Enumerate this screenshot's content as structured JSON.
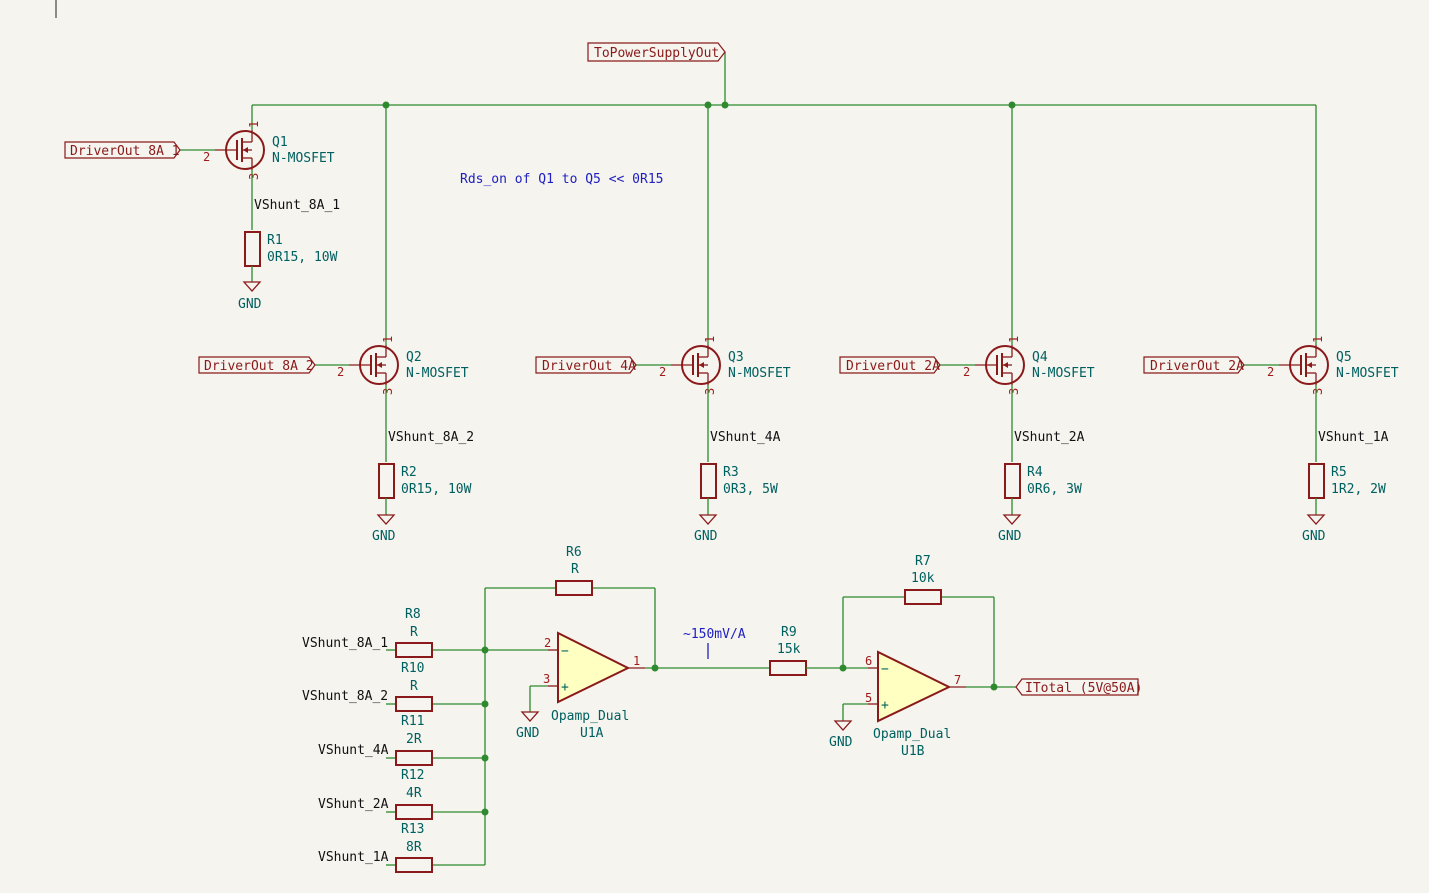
{
  "global_labels": {
    "power_out": "ToPowerSupplyOut",
    "drv_8a_1": "DriverOut_8A_1",
    "drv_8a_2": "DriverOut_8A_2",
    "drv_4a": "DriverOut_4A",
    "drv_2a_q4": "DriverOut_2A",
    "drv_2a_q5": "DriverOut_2A",
    "itotal": "ITotal_(5V@50A)"
  },
  "note": "Rds_on of Q1 to Q5 << 0R15",
  "voltage_note": "~150mV/A",
  "mosfets": [
    {
      "ref": "Q1",
      "value": "N-MOSFET"
    },
    {
      "ref": "Q2",
      "value": "N-MOSFET"
    },
    {
      "ref": "Q3",
      "value": "N-MOSFET"
    },
    {
      "ref": "Q4",
      "value": "N-MOSFET"
    },
    {
      "ref": "Q5",
      "value": "N-MOSFET"
    }
  ],
  "mosfet_pins": {
    "drain": "1",
    "gate": "2",
    "source": "3"
  },
  "shunt_nets": [
    "VShunt_8A_1",
    "VShunt_8A_2",
    "VShunt_4A",
    "VShunt_2A",
    "VShunt_1A"
  ],
  "shunts": [
    {
      "ref": "R1",
      "value": "0R15, 10W"
    },
    {
      "ref": "R2",
      "value": "0R15, 10W"
    },
    {
      "ref": "R3",
      "value": "0R3, 5W"
    },
    {
      "ref": "R4",
      "value": "0R6, 3W"
    },
    {
      "ref": "R5",
      "value": "1R2, 2W"
    }
  ],
  "gnd": "GND",
  "summing_inputs": [
    {
      "net": "VShunt_8A_1",
      "ref": "R8",
      "value": "R"
    },
    {
      "net": "VShunt_8A_2",
      "ref": "R10",
      "value": "R"
    },
    {
      "net": "VShunt_4A",
      "ref": "R11",
      "value": "2R"
    },
    {
      "net": "VShunt_2A",
      "ref": "R12",
      "value": "4R"
    },
    {
      "net": "VShunt_1A",
      "ref": "R13",
      "value": "8R"
    }
  ],
  "feedback": [
    {
      "ref": "R6",
      "value": "R"
    },
    {
      "ref": "R7",
      "value": "10k"
    }
  ],
  "r9": {
    "ref": "R9",
    "value": "15k"
  },
  "opamps": [
    {
      "ref": "U1A",
      "value": "Opamp_Dual",
      "pin_minus": "2",
      "pin_plus": "3",
      "pin_out": "1"
    },
    {
      "ref": "U1B",
      "value": "Opamp_Dual",
      "pin_minus": "6",
      "pin_plus": "5",
      "pin_out": "7"
    }
  ],
  "opamp_signs": {
    "minus": "−",
    "plus": "+"
  }
}
